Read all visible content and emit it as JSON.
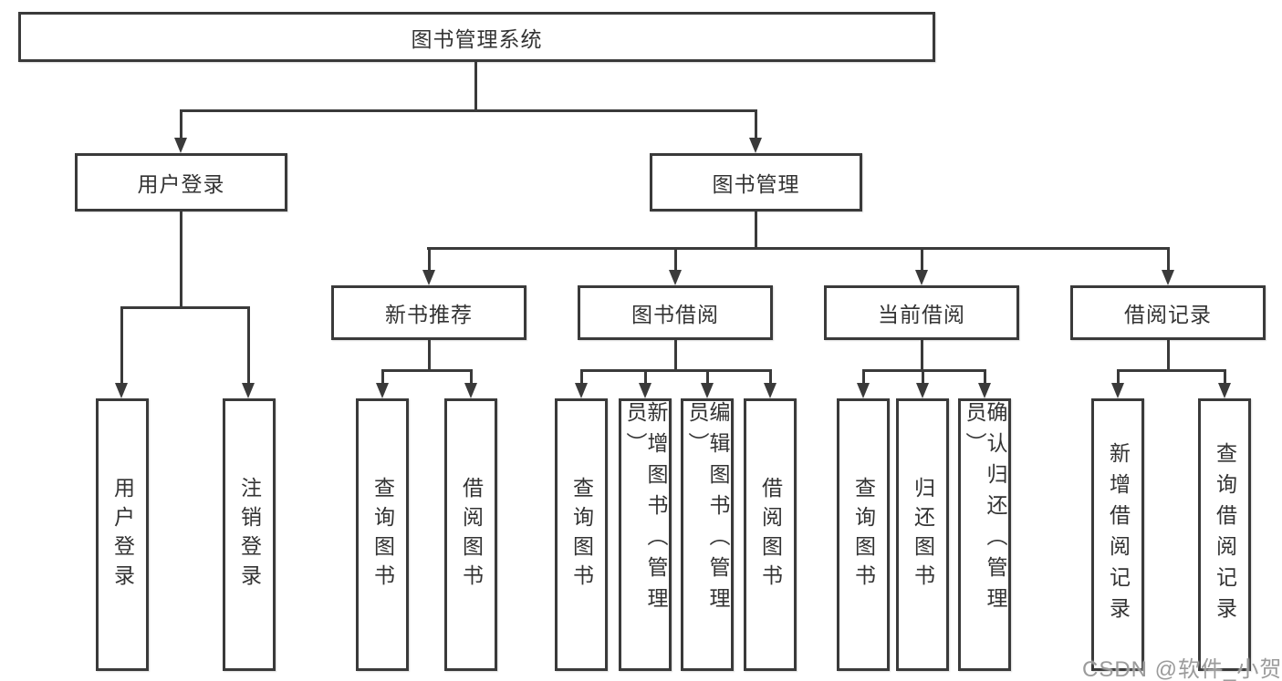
{
  "tree": {
    "root": {
      "label": "图书管理系统",
      "children": [
        {
          "label": "用户登录",
          "children": [
            {
              "label": "用户登录"
            },
            {
              "label": "注销登录"
            }
          ]
        },
        {
          "label": "图书管理",
          "children": [
            {
              "label": "新书推荐",
              "children": [
                {
                  "label": "查询图书"
                },
                {
                  "label": "借阅图书"
                }
              ]
            },
            {
              "label": "图书借阅",
              "children": [
                {
                  "label": "查询图书"
                },
                {
                  "label": "新增图书（管理员）"
                },
                {
                  "label": "编辑图书（管理员）"
                },
                {
                  "label": "借阅图书"
                }
              ]
            },
            {
              "label": "当前借阅",
              "children": [
                {
                  "label": "查询图书"
                },
                {
                  "label": "归还图书"
                },
                {
                  "label": "确认归还（管理员）"
                }
              ]
            },
            {
              "label": "借阅记录",
              "children": [
                {
                  "label": "新增借阅记录"
                },
                {
                  "label": "查询借阅记录"
                }
              ]
            }
          ]
        }
      ]
    }
  },
  "watermark": "CSDN @软件_小贺同学",
  "colors": {
    "line": "#3a3a3a",
    "text": "#333333",
    "watermark": "#9b9b9b"
  }
}
